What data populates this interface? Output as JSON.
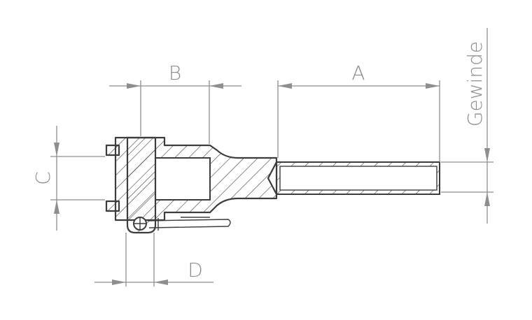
{
  "drawing": {
    "labels": {
      "a": "A",
      "b": "B",
      "c": "C",
      "d": "D",
      "thread": "Gewinde"
    }
  }
}
